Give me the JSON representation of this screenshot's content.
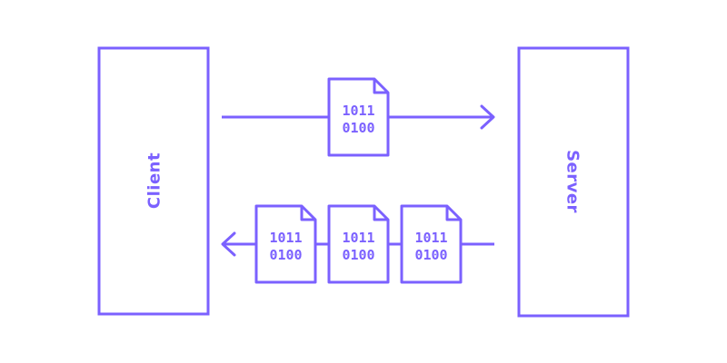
{
  "colors": {
    "accent": "#7b61ff",
    "background": "#ffffff"
  },
  "nodes": {
    "client": {
      "label": "Client"
    },
    "server": {
      "label": "Server"
    }
  },
  "request": {
    "packets": [
      {
        "line1": "1011",
        "line2": "0100"
      }
    ]
  },
  "response": {
    "packets": [
      {
        "line1": "1011",
        "line2": "0100"
      },
      {
        "line1": "1011",
        "line2": "0100"
      },
      {
        "line1": "1011",
        "line2": "0100"
      }
    ]
  },
  "icons": {
    "packet": "file-icon",
    "arrow_right": "arrowhead-right-icon",
    "arrow_left": "arrowhead-left-icon"
  }
}
